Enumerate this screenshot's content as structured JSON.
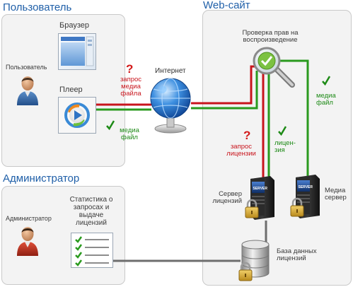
{
  "sections": {
    "user": "Пользователь",
    "website": "Web-сайт",
    "admin": "Администратор"
  },
  "labels": {
    "user_person": "Пользователь",
    "browser": "Браузер",
    "player": "Плеер",
    "internet": "Интернет",
    "rights_check": "Проверка прав на воспроизведение",
    "request_media": "запрос медиа файла",
    "media_file_green": "медиа файл",
    "media_file_right": "медиа файл",
    "license_request": "запрос лицензии",
    "license": "лицен- зия",
    "license_server": "Сервер лицензий",
    "media_server": "Медиа сервер",
    "server_badge": "SERVER",
    "admin_person": "Администратор",
    "stats": "Статистика о запросах и выдаче лицензий",
    "db": "База данных лицензий"
  },
  "marks": {
    "question": "?"
  },
  "colors": {
    "title_blue": "#1f5fa8",
    "line_red": "#c8141c",
    "line_green": "#2a9a1e",
    "line_gray": "#6e6e6e"
  }
}
